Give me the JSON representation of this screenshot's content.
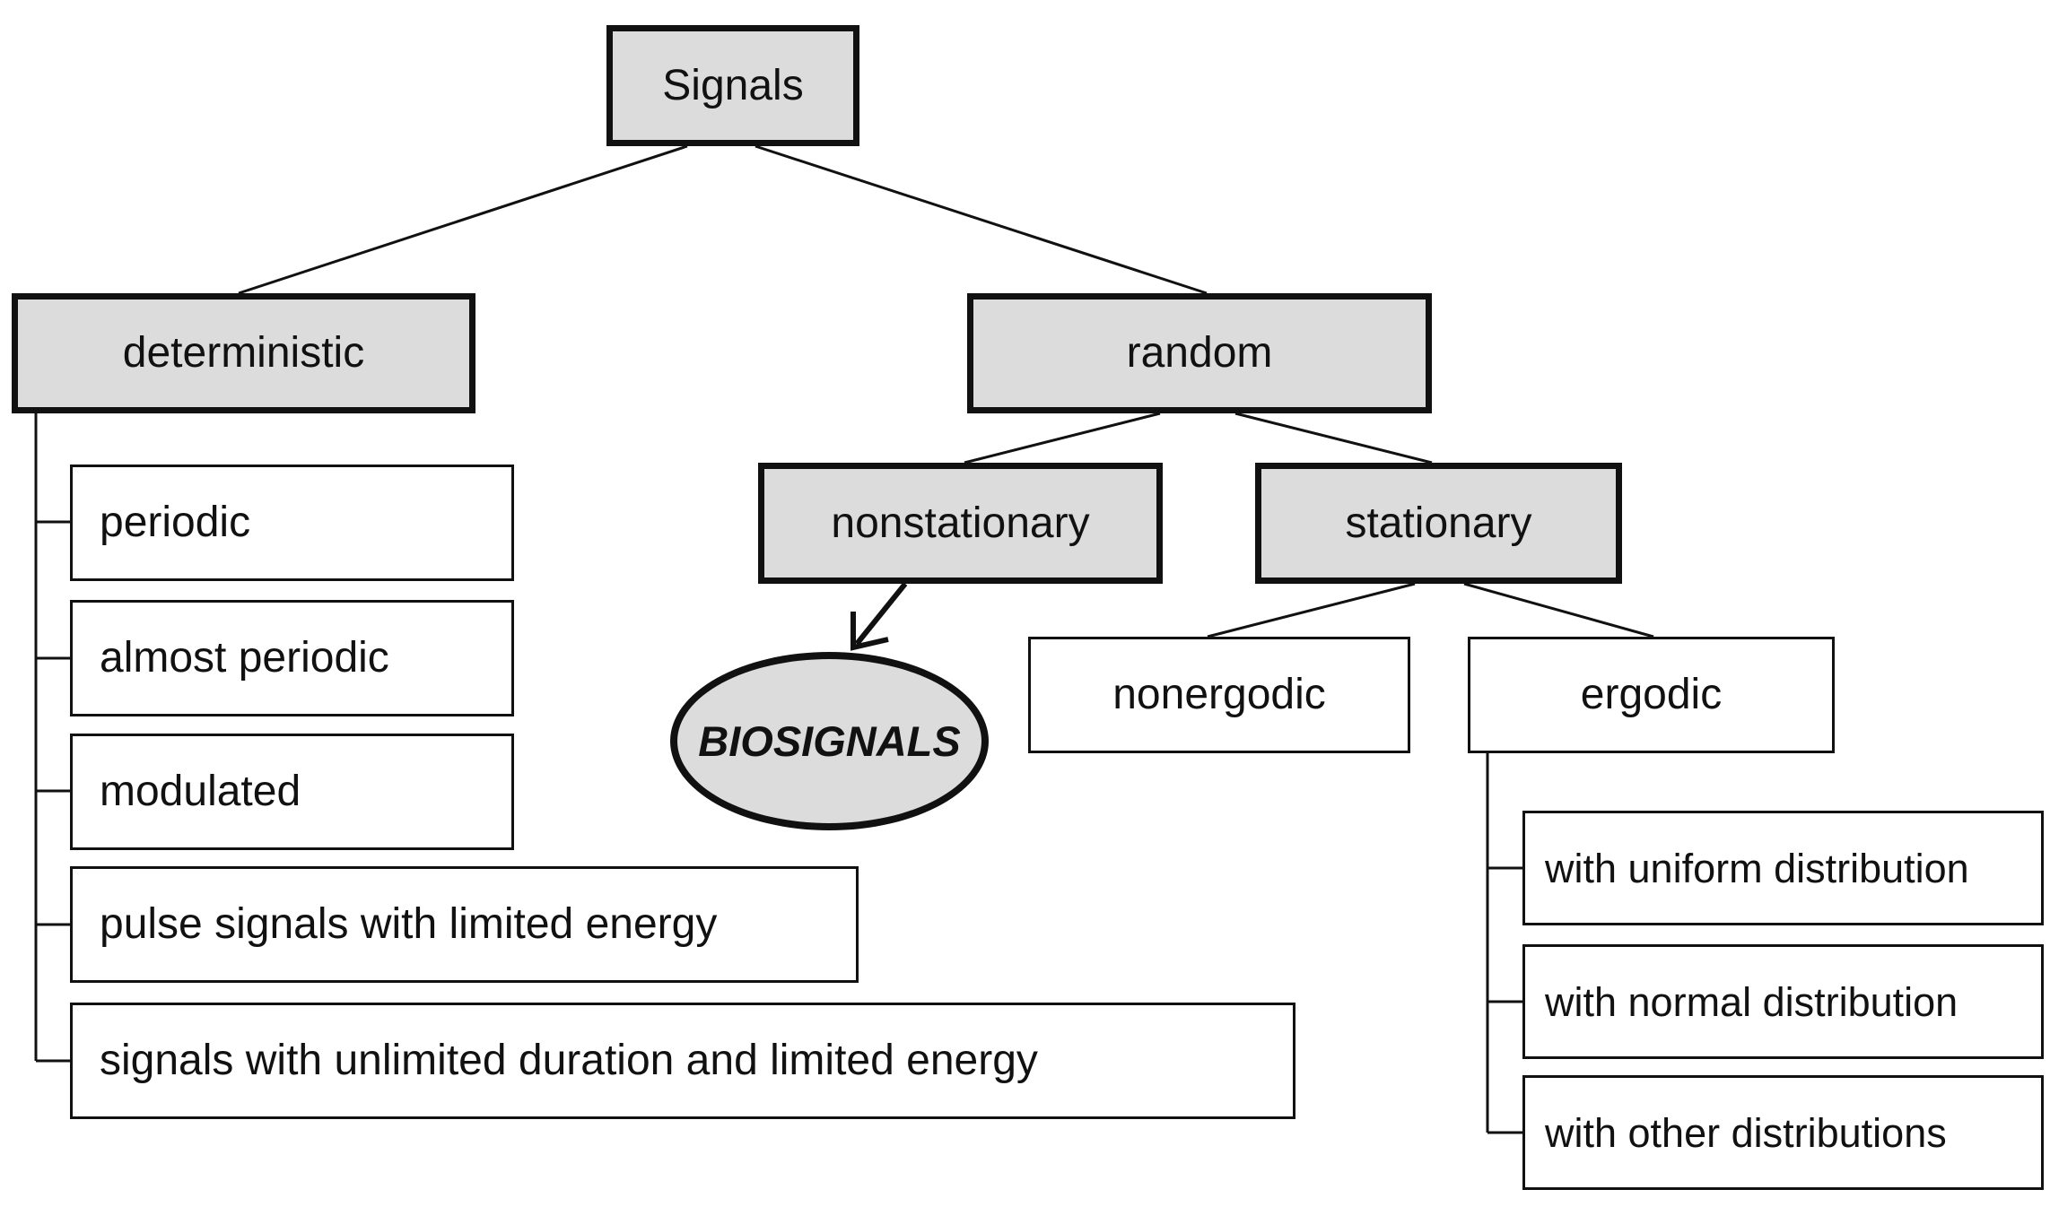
{
  "root": {
    "label": "Signals"
  },
  "deterministic": {
    "label": "deterministic",
    "children": [
      "periodic",
      "almost periodic",
      "modulated",
      "pulse signals with limited energy",
      "signals with unlimited duration and limited energy"
    ]
  },
  "random": {
    "label": "random",
    "nonstationary": {
      "label": "nonstationary",
      "highlight": "BIOSIGNALS"
    },
    "stationary": {
      "label": "stationary",
      "nonergodic": "nonergodic",
      "ergodic": {
        "label": "ergodic",
        "children": [
          "with uniform distribution",
          "with normal distribution",
          "with other distributions"
        ]
      }
    }
  },
  "colors": {
    "category_fill": "#dcdcdc",
    "leaf_fill": "#ffffff",
    "stroke": "#111111"
  }
}
